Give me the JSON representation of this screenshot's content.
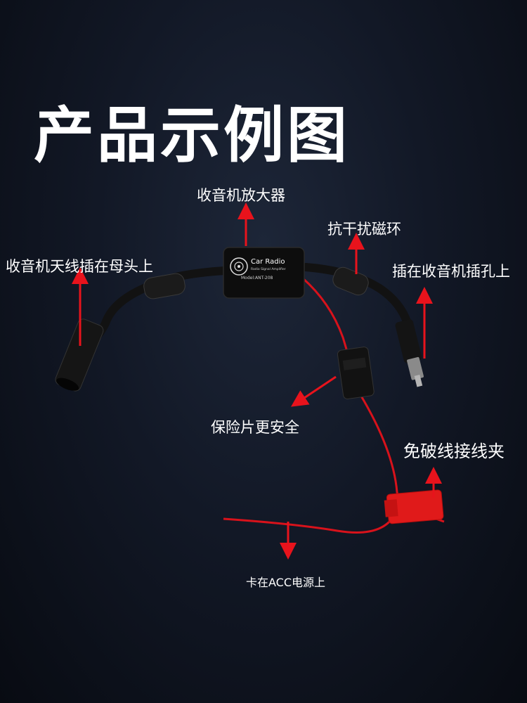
{
  "title": "产品示例图",
  "device": {
    "brand": "Car Radio",
    "subtitle": "Radio Signal Amplifier",
    "model": "Model:ANT-208"
  },
  "callouts": {
    "amplifier": "收音机放大器",
    "ferrite": "抗干扰磁环",
    "female_plug": "收音机天线插在母头上",
    "male_plug": "插在收音机插孔上",
    "fuse": "保险片更安全",
    "clip": "免破线接线夹",
    "acc": "卡在ACC电源上"
  },
  "colors": {
    "arrow": "#e8131c",
    "wire": "#d8121b",
    "cable": "#121212"
  }
}
